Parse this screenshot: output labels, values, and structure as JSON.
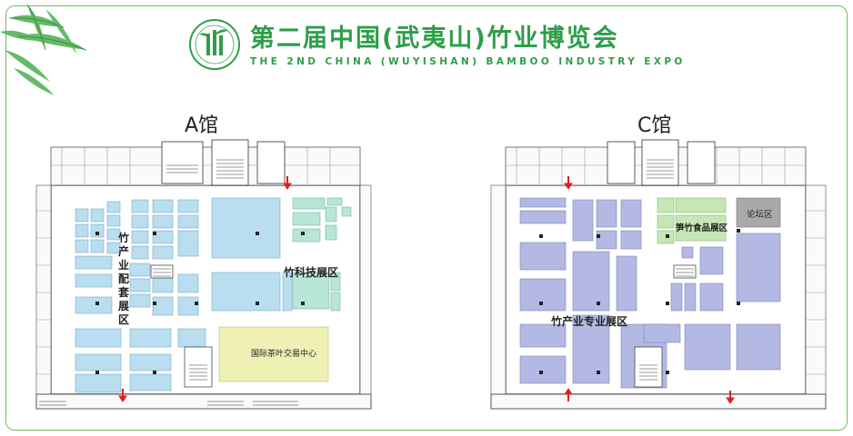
{
  "header": {
    "title_cn": "第二届中国(武夷山)竹业博览会",
    "title_en": "THE 2ND CHINA (WUYISHAN) BAMBOO INDUSTRY EXPO"
  },
  "halls": [
    {
      "label": "A馆",
      "zones": [
        {
          "label": "竹产业配套展区",
          "color": "#b8def0"
        },
        {
          "label": "竹科技展区",
          "color": "#b7e6d6"
        },
        {
          "label": "国际茶叶交易中心",
          "color": "#eef0b4"
        }
      ]
    },
    {
      "label": "C馆",
      "zones": [
        {
          "label": "竹产业专业展区",
          "color": "#b3b9e3"
        },
        {
          "label": "笋竹食品展区",
          "color": "#c6e7b5"
        },
        {
          "label": "论坛区",
          "color": "#a9a9a9"
        }
      ]
    }
  ],
  "icons": {
    "logo": "bamboo-logo-icon",
    "decoration": "bamboo-leaves-icon",
    "entrance": "arrow-icon"
  },
  "colors": {
    "brand_green": "#2e9e4a",
    "frame": "#6fbf5a",
    "arrow": "#e02020"
  }
}
